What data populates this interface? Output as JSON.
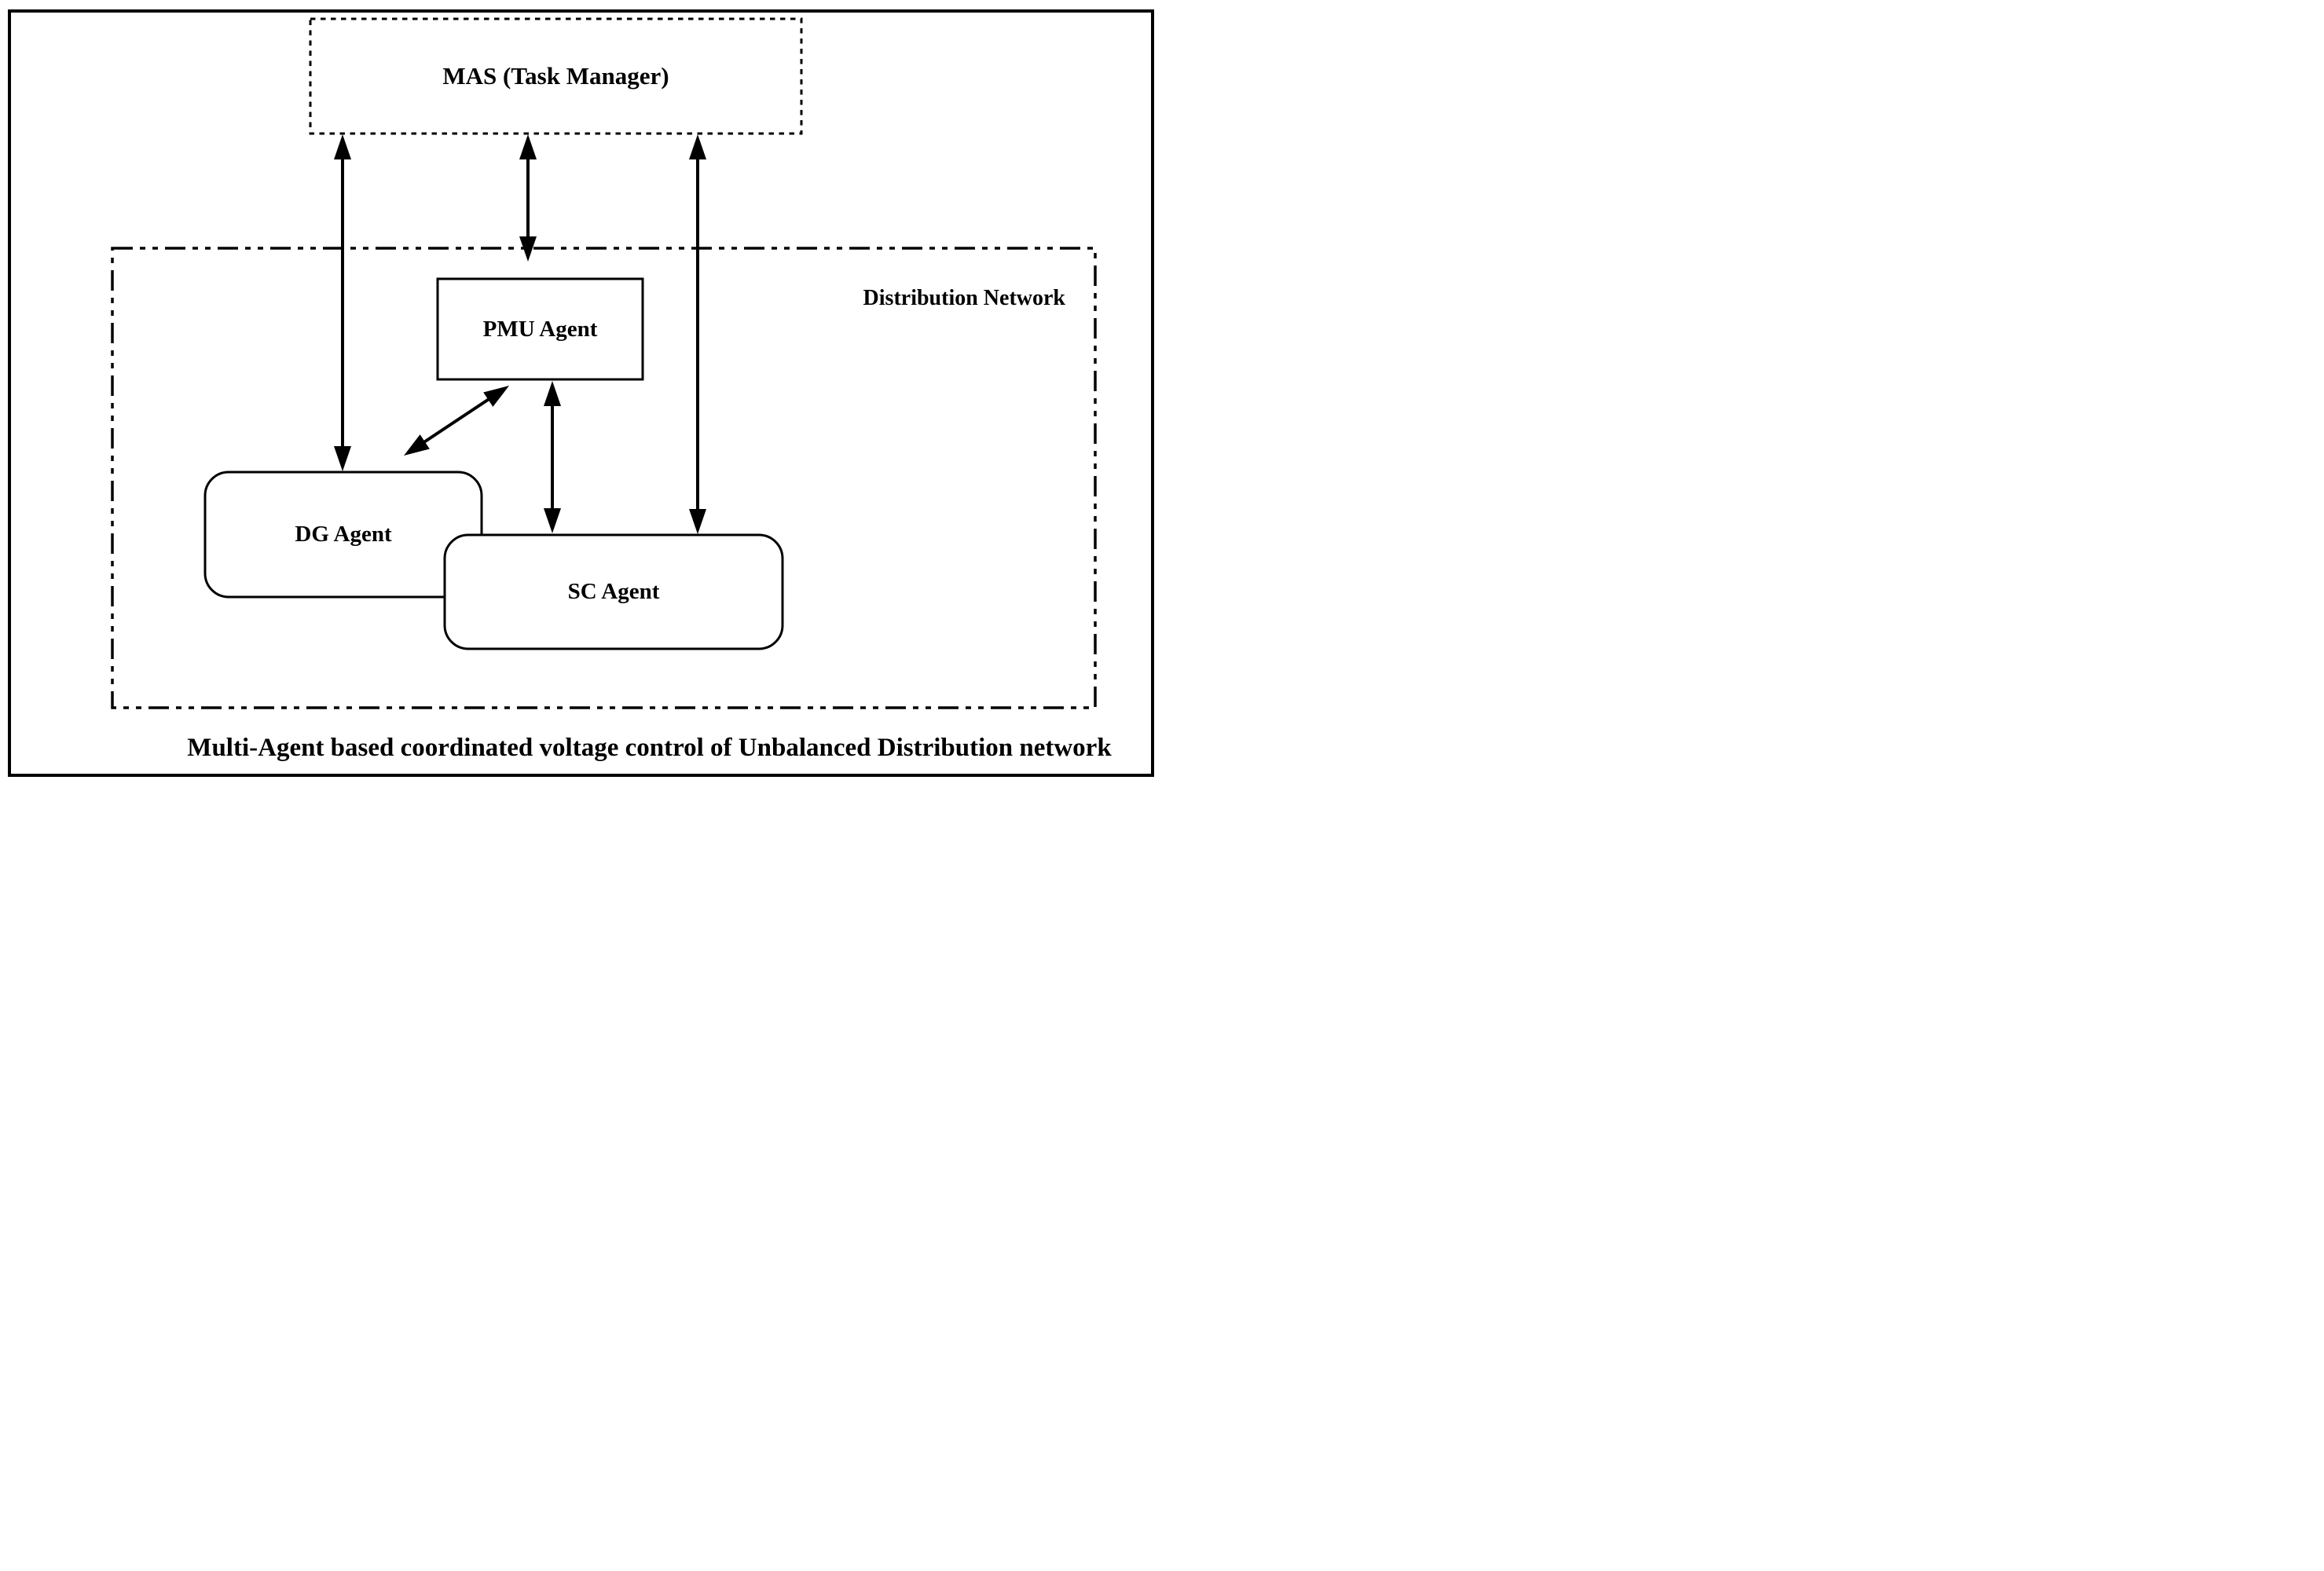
{
  "canvas": {
    "background": "#ffffff",
    "ink": "#000000"
  },
  "nodes": {
    "mas": {
      "label": "MAS (Task Manager)",
      "border_style": "dashed"
    },
    "pmu": {
      "label": "PMU Agent",
      "border_style": "solid"
    },
    "dg": {
      "label": "DG Agent",
      "border_style": "solid-rounded"
    },
    "sc": {
      "label": "SC Agent",
      "border_style": "solid-rounded"
    },
    "region": {
      "label": "Distribution Network",
      "border_style": "dash-dot-dot"
    }
  },
  "connections": [
    {
      "from": "MAS (Task Manager)",
      "to": "DG Agent",
      "type": "double-arrow"
    },
    {
      "from": "MAS (Task Manager)",
      "to": "PMU Agent",
      "type": "double-arrow"
    },
    {
      "from": "MAS (Task Manager)",
      "to": "SC Agent",
      "type": "double-arrow"
    },
    {
      "from": "PMU Agent",
      "to": "SC Agent",
      "type": "double-arrow"
    },
    {
      "from": "PMU Agent",
      "to": "DG Agent",
      "type": "double-arrow"
    }
  ],
  "caption": "Multi-Agent based coordinated voltage control of Unbalanced Distribution network"
}
